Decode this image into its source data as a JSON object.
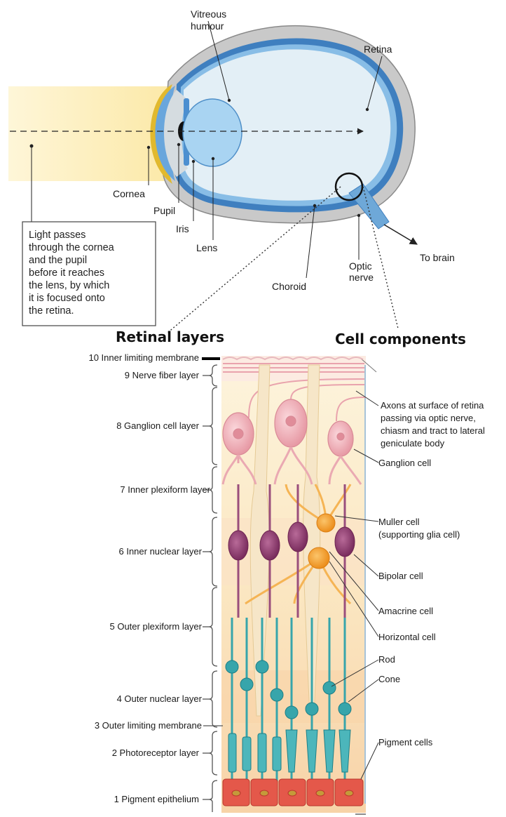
{
  "eye": {
    "labels": {
      "vitreous": [
        "Vitreous",
        "humour"
      ],
      "retina": "Retina",
      "cornea": "Cornea",
      "pupil": "Pupil",
      "iris": "Iris",
      "lens": "Lens",
      "choroid": "Choroid",
      "optic_nerve": [
        "Optic",
        "nerve"
      ],
      "to_brain": "To brain"
    },
    "note_lines": [
      "Light passes",
      "through the cornea",
      "and the pupil",
      "before it reaches",
      "the lens, by which",
      "it is focused onto",
      "the retina."
    ]
  },
  "headings": {
    "retinal_layers": "Retinal layers",
    "cell_components": "Cell components"
  },
  "layers": [
    "10 Inner limiting membrane",
    "9 Nerve fiber layer",
    "8 Ganglion cell layer",
    "7 Inner plexiform layer",
    "6 Inner nuclear layer",
    "5 Outer plexiform layer",
    "4 Outer nuclear layer",
    "3 Outer limiting membrane",
    "2 Photoreceptor layer",
    "1 Pigment epithelium"
  ],
  "cells": {
    "axons": [
      "Axons at surface of retina",
      "passing via optic nerve,",
      "chiasm and tract to lateral",
      "geniculate body"
    ],
    "ganglion": "Ganglion cell",
    "muller": [
      "Muller cell",
      "(supporting glia cell)"
    ],
    "bipolar": "Bipolar cell",
    "amacrine": "Amacrine cell",
    "horizontal": "Horizontal cell",
    "rod": "Rod",
    "cone": "Cone",
    "pigment": "Pigment cells"
  },
  "colors": {
    "sclera": "#c9c9c9",
    "retina_blue": "#6ea8d8",
    "lens_blue": "#a9d4f2",
    "vitreous": "#e6f1f7",
    "light_beam": "#fdf0c4",
    "ganglion": "#f2b8bf",
    "bipolar": "#9a4e7c",
    "amacrine": "#f3a33a",
    "photoreceptor": "#37a5ab",
    "pigment": "#e4584a"
  }
}
